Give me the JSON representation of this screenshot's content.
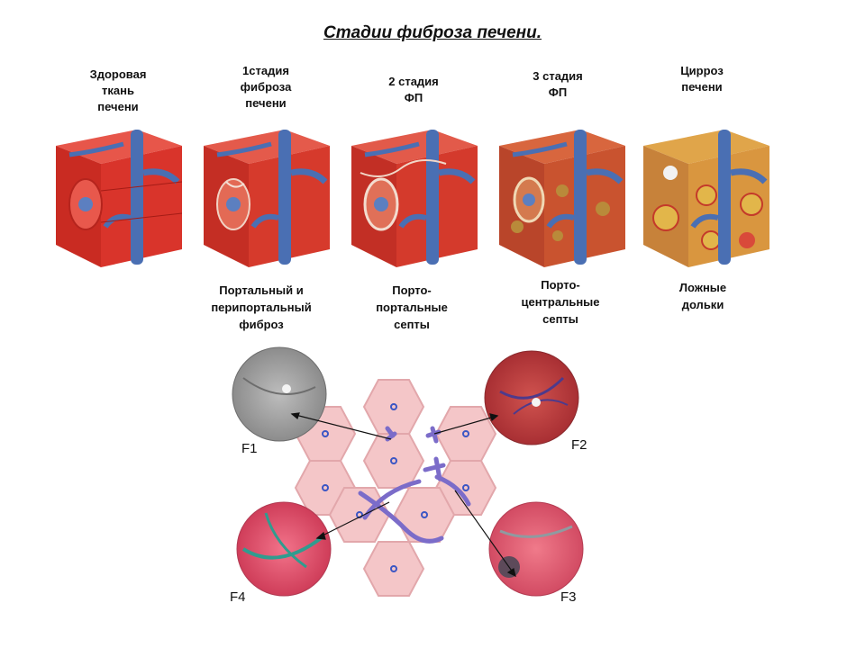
{
  "title": "Стадии фиброза печени.",
  "stages": [
    {
      "label": "Здоровая\nткань\nпечени",
      "description": ""
    },
    {
      "label": "1стадия\nфиброза\nпечени",
      "description": "Портальный и\nперипортальный\nфиброз"
    },
    {
      "label": "2 стадия\nФП",
      "description": "Порто-\nпортальные\nсепты"
    },
    {
      "label": "3 стадия\nФП",
      "description": "Порто-\nцентральные\nсепты"
    },
    {
      "label": "Цирроз\nпечени",
      "description": "Ложные\nдольки"
    }
  ],
  "micrographs": {
    "f1": "F1",
    "f2": "F2",
    "f3": "F3",
    "f4": "F4"
  },
  "colors": {
    "tissue_healthy": "#d9342b",
    "vessel": "#4a6fb3",
    "fibrosis": "#b98a3a",
    "cirrhosis": "#e2b64a",
    "hexagon": "#f4c6c8",
    "septa": "#7b6cc9",
    "micro_f1": "#9a9a9a",
    "micro_f2": "#b8343a",
    "micro_f3": "#e05068",
    "micro_f4": "#d9465e"
  }
}
